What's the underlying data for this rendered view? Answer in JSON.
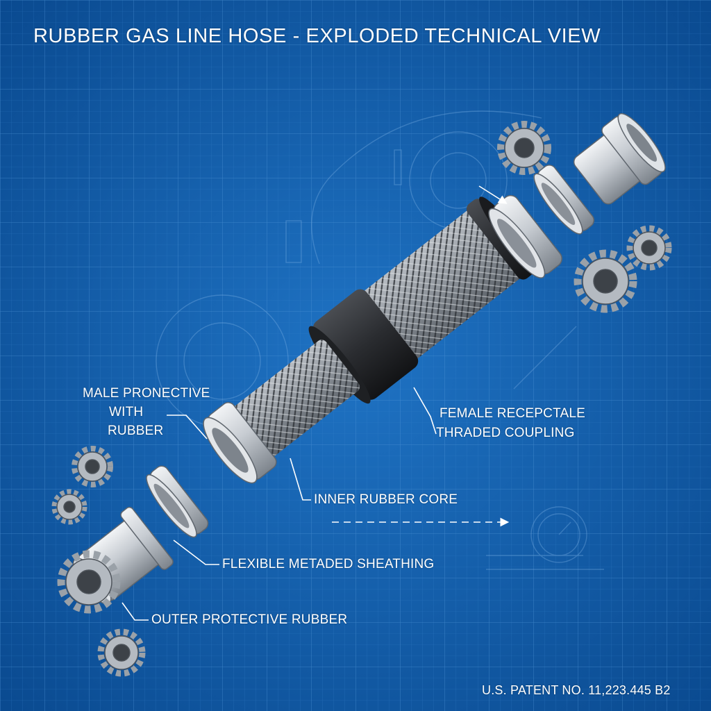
{
  "title": "RUBBER GAS LINE HOSE - EXPLODED TECHNICAL VIEW",
  "labels": {
    "male_line1": "MALE PRONECTIVE",
    "male_line2": "WITH",
    "male_line3": "RUBBER",
    "female_line1": "FEMALE RECEPCTALE",
    "female_line2": "THRADED COUPLING",
    "inner_core": "INNER RUBBER CORE",
    "sheathing": "FLEXIBLE METADED SHEATHING",
    "outer_rubber": "OUTER PROTECTIVE RUBBER"
  },
  "patent": "U.S. PATENT NO. 11,223.445 B2",
  "colors": {
    "background": "#0d5aa7",
    "grid": "#3b86cf",
    "rubber": "#2a2c30",
    "metal": "#c7ccd2",
    "braid": "#8d939a",
    "text": "#ffffff"
  }
}
